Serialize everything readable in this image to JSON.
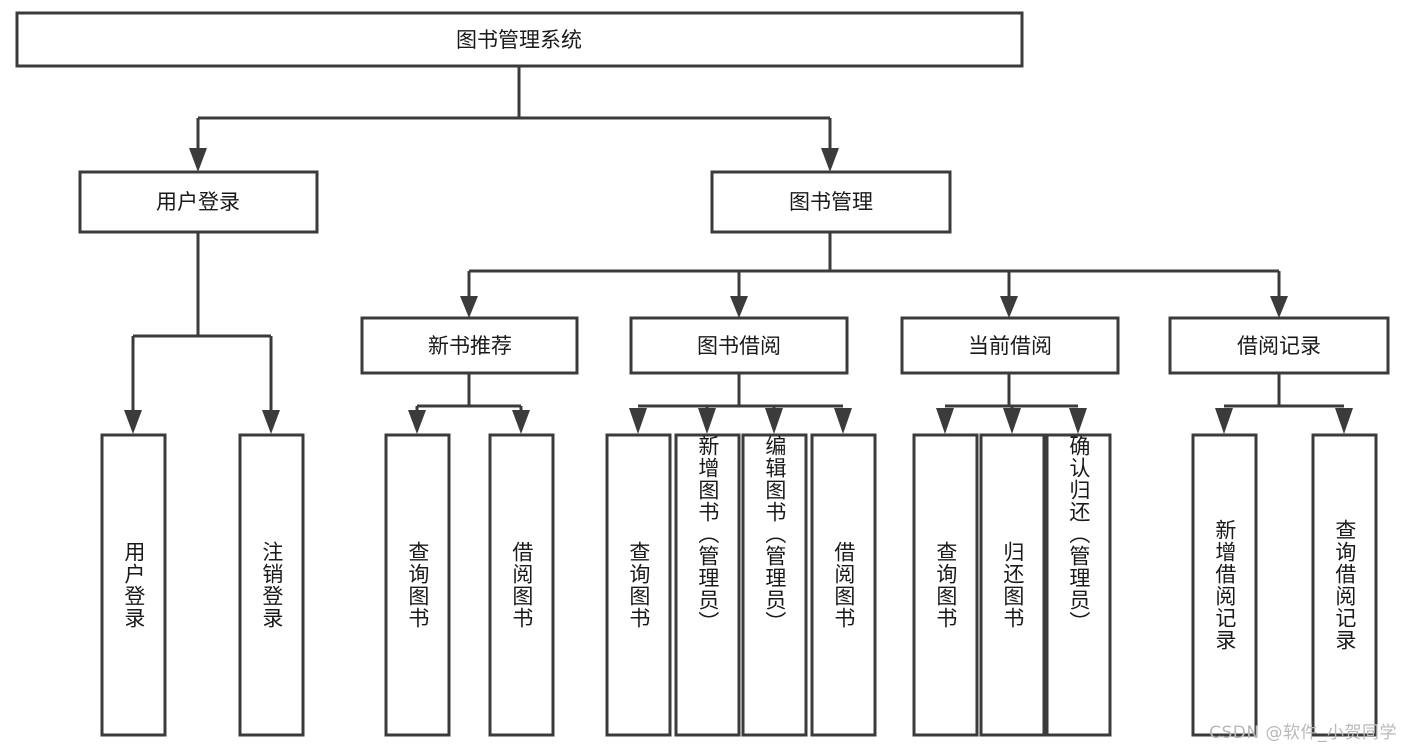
{
  "diagram": {
    "title_box": {
      "label": "图书管理系统"
    },
    "level2": [
      {
        "id": "user-login",
        "label": "用户登录"
      },
      {
        "id": "book-management",
        "label": "图书管理"
      }
    ],
    "level3": [
      {
        "id": "new-book-recommend",
        "label": "新书推荐"
      },
      {
        "id": "book-borrow",
        "label": "图书借阅"
      },
      {
        "id": "current-borrow",
        "label": "当前借阅"
      },
      {
        "id": "borrow-record",
        "label": "借阅记录"
      }
    ],
    "leaves": [
      {
        "id": "leaf-user-login",
        "label": "用户登录",
        "parent": "user-login"
      },
      {
        "id": "leaf-logout-login",
        "label": "注销登录",
        "parent": "user-login"
      },
      {
        "id": "leaf-query-book-1",
        "label": "查询图书",
        "parent": "new-book-recommend"
      },
      {
        "id": "leaf-borrow-book-1",
        "label": "借阅图书",
        "parent": "new-book-recommend"
      },
      {
        "id": "leaf-query-book-2",
        "label": "查询图书",
        "parent": "book-borrow"
      },
      {
        "id": "leaf-add-book",
        "label": "新增图书（管理员）",
        "parent": "book-borrow"
      },
      {
        "id": "leaf-edit-book",
        "label": "编辑图书（管理员）",
        "parent": "book-borrow"
      },
      {
        "id": "leaf-borrow-book-2",
        "label": "借阅图书",
        "parent": "book-borrow"
      },
      {
        "id": "leaf-query-book-3",
        "label": "查询图书",
        "parent": "current-borrow"
      },
      {
        "id": "leaf-return-book",
        "label": "归还图书",
        "parent": "current-borrow"
      },
      {
        "id": "leaf-confirm-return",
        "label": "确认归还（管理员）",
        "parent": "current-borrow"
      },
      {
        "id": "leaf-add-record",
        "label": "新增借阅记录",
        "parent": "borrow-record"
      },
      {
        "id": "leaf-query-record",
        "label": "查询借阅记录",
        "parent": "borrow-record"
      }
    ],
    "watermark": "CSDN @软件_小贺同学",
    "colors": {
      "stroke": "#3b3b3b",
      "text": "#1a1a1a",
      "background": "#ffffff",
      "watermark": "#b9b9b9"
    }
  }
}
